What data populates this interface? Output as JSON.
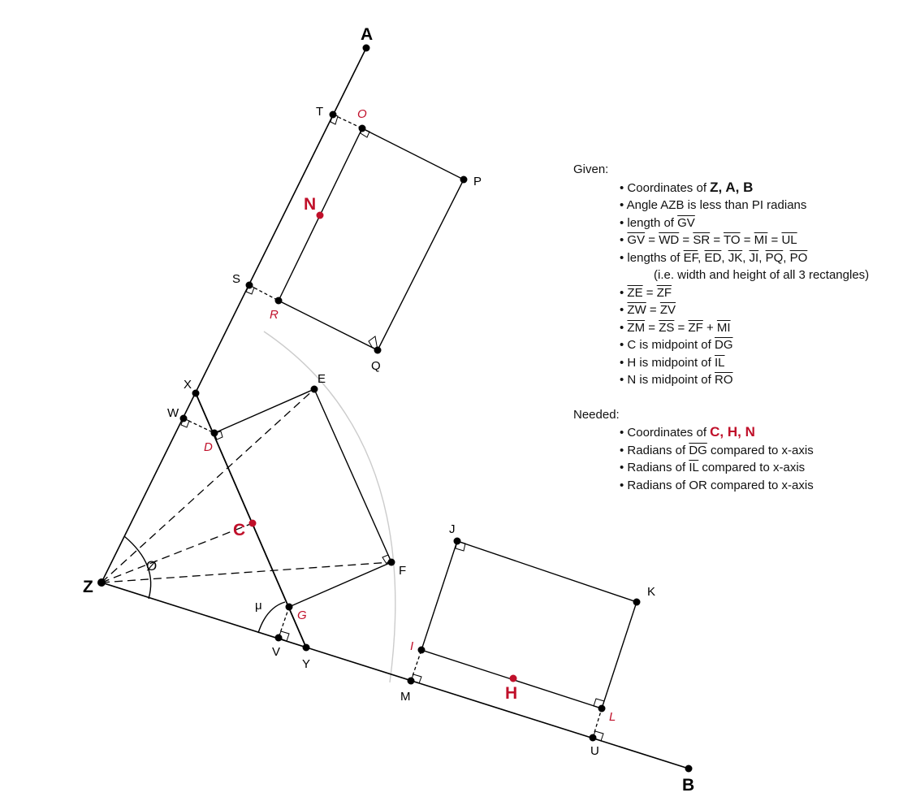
{
  "diagram": {
    "points": {
      "A": "A",
      "B": "B",
      "Z": "Z",
      "T": "T",
      "O": "O",
      "P": "P",
      "N": "N",
      "S": "S",
      "R": "R",
      "Q": "Q",
      "X": "X",
      "E": "E",
      "W": "W",
      "D": "D",
      "C": "C",
      "F": "F",
      "G": "G",
      "V": "V",
      "Y": "Y",
      "M": "M",
      "I": "I",
      "J": "J",
      "K": "K",
      "H": "H",
      "L": "L",
      "U": "U"
    },
    "angles": {
      "phi": "Ø",
      "mu": "μ"
    },
    "colors": {
      "ink": "#000000",
      "highlight": "#c0102a",
      "arc": "#cccccc"
    }
  },
  "given": {
    "heading": "Given:",
    "item1_prefix": "Coordinates of ",
    "item1_points": "Z, A, B",
    "item2": "Angle AZB is less than PI radians",
    "item3_prefix": "length of ",
    "item3_seg": "GV",
    "item4": [
      "GV",
      "WD",
      "SR",
      "TO",
      "MI",
      "UL"
    ],
    "item5_prefix": "lengths of ",
    "item5_segs": [
      "EF",
      "ED",
      "JK",
      "JI",
      "PQ",
      "PO"
    ],
    "item5_note": "(i.e. width and height of all 3 rectangles)",
    "item6": [
      "ZE",
      "ZF"
    ],
    "item7": [
      "ZW",
      "ZV"
    ],
    "item8": [
      "ZM",
      "ZS",
      "ZF",
      "MI"
    ],
    "item9": {
      "pt": "C",
      "mid": " is midpoint of ",
      "seg": "DG"
    },
    "item10": {
      "pt": "H",
      "mid": " is midpoint of ",
      "seg": "IL"
    },
    "item11": {
      "pt": "N",
      "mid": " is midpoint of ",
      "seg": "RO"
    }
  },
  "needed": {
    "heading": "Needed:",
    "item1_prefix": "Coordinates of ",
    "item1_points": "C, H, N",
    "item2": {
      "pre": "Radians of ",
      "vec": "DG",
      "post": " compared to x-axis"
    },
    "item3": {
      "pre": "Radians of ",
      "vec": "IL",
      "post": " compared to x-axis"
    },
    "item4": {
      "pre": "Radians of ",
      "vec": "OR",
      "post": " compared to x-axis"
    }
  }
}
